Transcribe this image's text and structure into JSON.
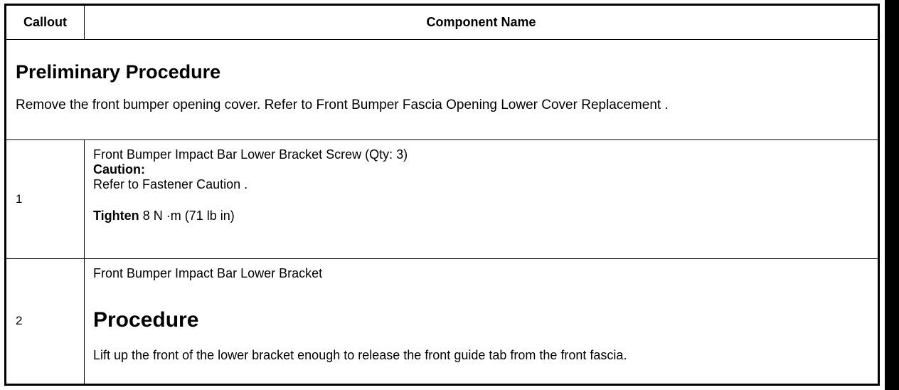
{
  "table": {
    "headers": {
      "callout": "Callout",
      "component": "Component Name"
    },
    "preliminary": {
      "title": "Preliminary Procedure",
      "text": "Remove the front bumper opening cover. Refer to Front Bumper Fascia Opening Lower Cover Replacement ."
    },
    "rows": [
      {
        "callout": "1",
        "name": "Front Bumper Impact Bar Lower Bracket Screw (Qty: 3)",
        "caution_label": "Caution:",
        "caution_text": "Refer to Fastener Caution .",
        "torque_label": "Tighten",
        "torque_value": "8 N ·m (71 lb in)"
      },
      {
        "callout": "2",
        "name": "Front Bumper Impact Bar Lower Bracket",
        "procedure_title": "Procedure",
        "procedure_text": "Lift up the front of the lower bracket enough to release the front guide tab from the front fascia."
      }
    ]
  }
}
